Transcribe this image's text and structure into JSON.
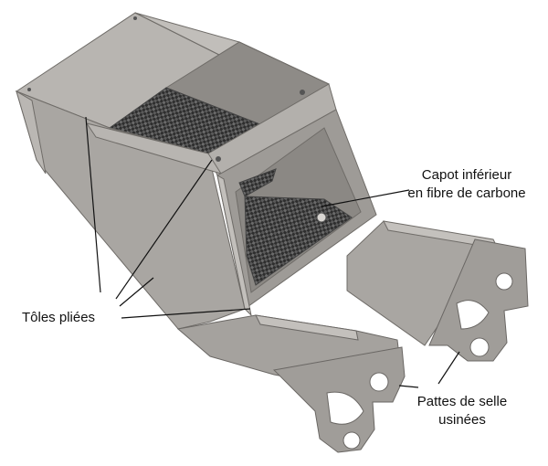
{
  "labels": {
    "capot_line1": "Capot inférieur",
    "capot_line2": "en fibre de carbone",
    "toles": "Tôles pliées",
    "pattes_line1": "Pattes de selle",
    "pattes_line2": "usinées"
  },
  "colors": {
    "background": "#ffffff",
    "metal_light": "#b9b6b3",
    "metal_mid": "#a3a09c",
    "metal_dark": "#8d8a86",
    "carbon": "#3a3a3a",
    "leader": "#111111"
  }
}
